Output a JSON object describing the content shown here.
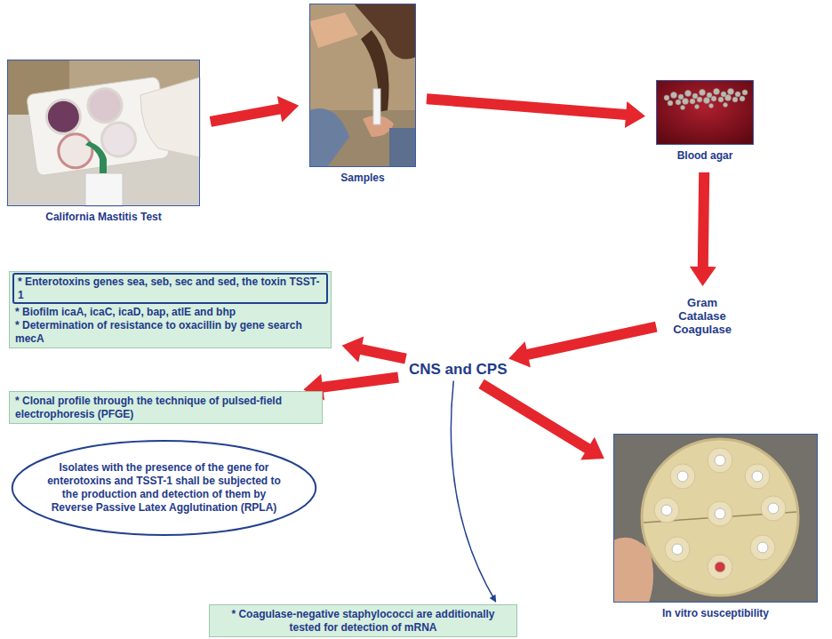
{
  "diagram": {
    "nodes": [
      {
        "text": [
          "California Mastitis Test"
        ]
      },
      {
        "text": [
          "Samples"
        ]
      },
      {
        "text": [
          "Blood agar"
        ]
      },
      {
        "text": [
          "Gram Catalase Coagulase"
        ]
      },
      {
        "text": [
          "CNS and CPS"
        ]
      },
      {
        "text": [
          "* Biofilm icaA, icaC, icaD, bap, atlE and bhp",
          "* Determination of resistance to oxacillin by gene search mecA"
        ]
      },
      {
        "text": [
          "* Enterotoxins genes sea, seb, sec and sed, the toxin TSST-1"
        ],
        "in": 5
      },
      {
        "text": [
          "* Clonal profile through the technique of pulsed-field electrophoresis (PFGE)"
        ]
      },
      {
        "text": [
          "Isolates with the presence of the gene for enterotoxins and TSST-1 shall be subjected to the production and detection of them by Reverse Passive Latex Agglutination (RPLA)"
        ]
      },
      {
        "text": [
          "* Coagulase-negative staphylococci are additionally tested for detection of mRNA"
        ]
      },
      {
        "text": [
          "In vitro susceptibility"
        ]
      }
    ],
    "edges": [
      {
        "from": 0,
        "to": 1,
        "arrow": "to"
      },
      {
        "from": 1,
        "to": 2,
        "arrow": "to"
      },
      {
        "from": 2,
        "to": 3,
        "arrow": "to"
      },
      {
        "from": 3,
        "to": 4,
        "arrow": "to"
      },
      {
        "from": 4,
        "to": 5,
        "arrow": "to"
      },
      {
        "from": 4,
        "to": 7,
        "arrow": "to"
      },
      {
        "from": 4,
        "to": 10,
        "arrow": "to"
      },
      {
        "from": 4,
        "to": 9,
        "arrow": "to"
      }
    ]
  }
}
